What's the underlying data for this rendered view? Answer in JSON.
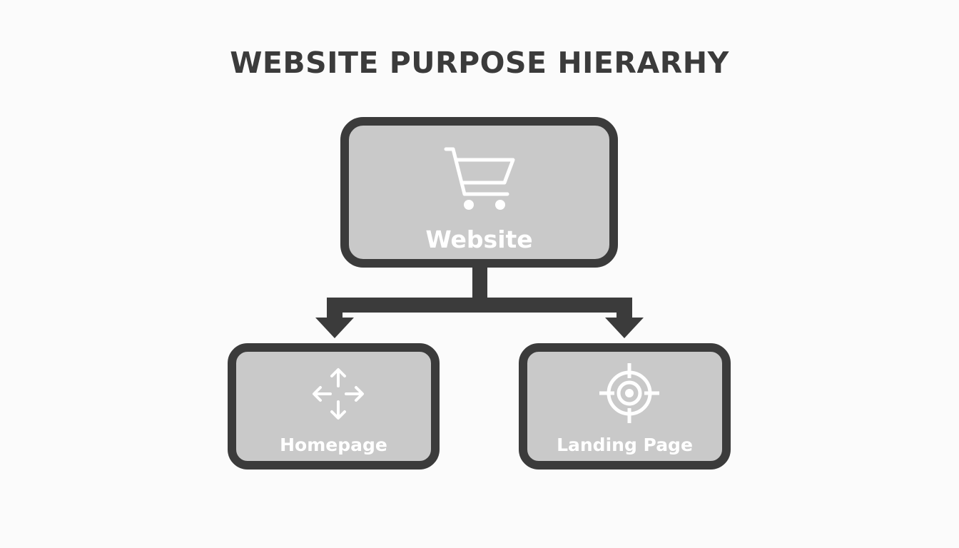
{
  "title": "WEBSITE PURPOSE HIERARHY",
  "colors": {
    "background": "#fbfbfb",
    "stroke": "#3b3b3b",
    "node_fill": "#c9c9c9",
    "icon_and_label": "#ffffff"
  },
  "nodes": {
    "root": {
      "label": "Website",
      "icon": "shopping-cart-icon"
    },
    "left": {
      "label": "Homepage",
      "icon": "four-way-arrows-icon"
    },
    "right": {
      "label": "Landing Page",
      "icon": "target-crosshair-icon"
    }
  },
  "edges": [
    {
      "from": "Website",
      "to": "Homepage"
    },
    {
      "from": "Website",
      "to": "Landing Page"
    }
  ]
}
